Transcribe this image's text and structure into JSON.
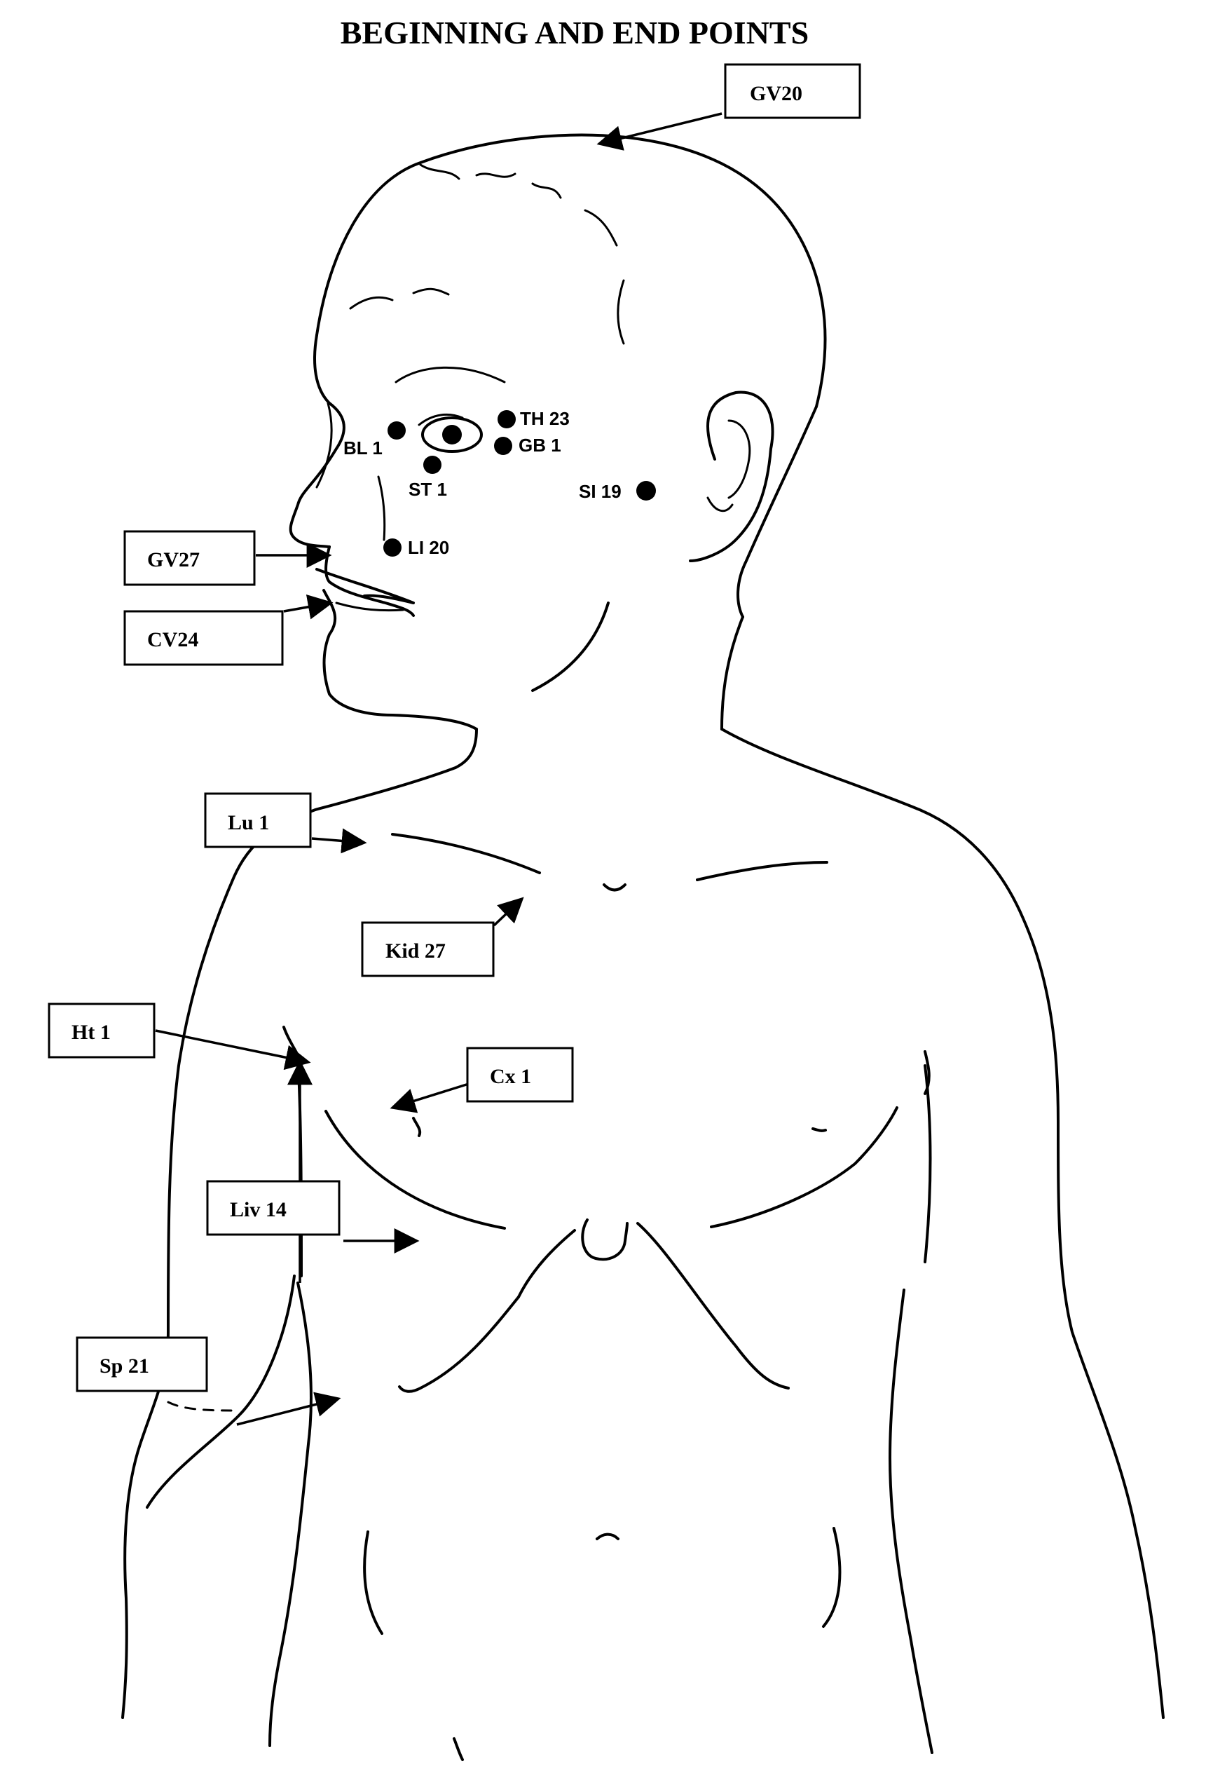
{
  "title": "BEGINNING AND END POINTS",
  "boxed_labels": {
    "gv20": "GV20",
    "gv27": "GV27",
    "cv24": "CV24",
    "lu1": "Lu 1",
    "kid27": "Kid 27",
    "ht1": "Ht 1",
    "cx1": "Cx 1",
    "liv14": "Liv 14",
    "sp21": "Sp 21"
  },
  "point_labels": {
    "th23": "TH 23",
    "gb1": "GB 1",
    "bl1": "BL 1",
    "st1": "ST 1",
    "si19": "SI 19",
    "li20": "LI 20"
  }
}
